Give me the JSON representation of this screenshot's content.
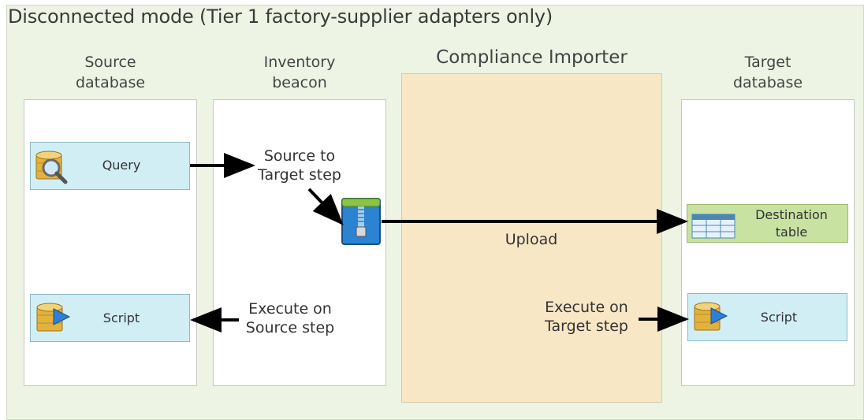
{
  "title": "Disconnected mode (Tier 1 factory-supplier adapters only)",
  "columns": {
    "source": {
      "line1": "Source",
      "line2": "database"
    },
    "beacon": {
      "line1": "Inventory",
      "line2": "beacon"
    },
    "importer": "Compliance Importer",
    "target": {
      "line1": "Target",
      "line2": "database"
    }
  },
  "nodes": {
    "query": {
      "label": "Query",
      "icon": "database-search-icon"
    },
    "source_script": {
      "label": "Script",
      "icon": "database-play-icon"
    },
    "destination": {
      "line1": "Destination",
      "line2": "table",
      "icon": "table-icon"
    },
    "target_script": {
      "label": "Script",
      "icon": "database-play-icon"
    },
    "package": {
      "icon": "zip-package-icon"
    }
  },
  "steps": {
    "source_to_target": {
      "line1": "Source to",
      "line2": "Target step"
    },
    "upload": "Upload",
    "execute_source": {
      "line1": "Execute on",
      "line2": "Source step"
    },
    "execute_target": {
      "line1": "Execute on",
      "line2": "Target step"
    }
  },
  "colors": {
    "frame": "#edf4e3",
    "importer": "#f8e7c5",
    "node_blue": "#d1eef5",
    "node_green": "#c8e2a2",
    "arrow": "#000000"
  }
}
